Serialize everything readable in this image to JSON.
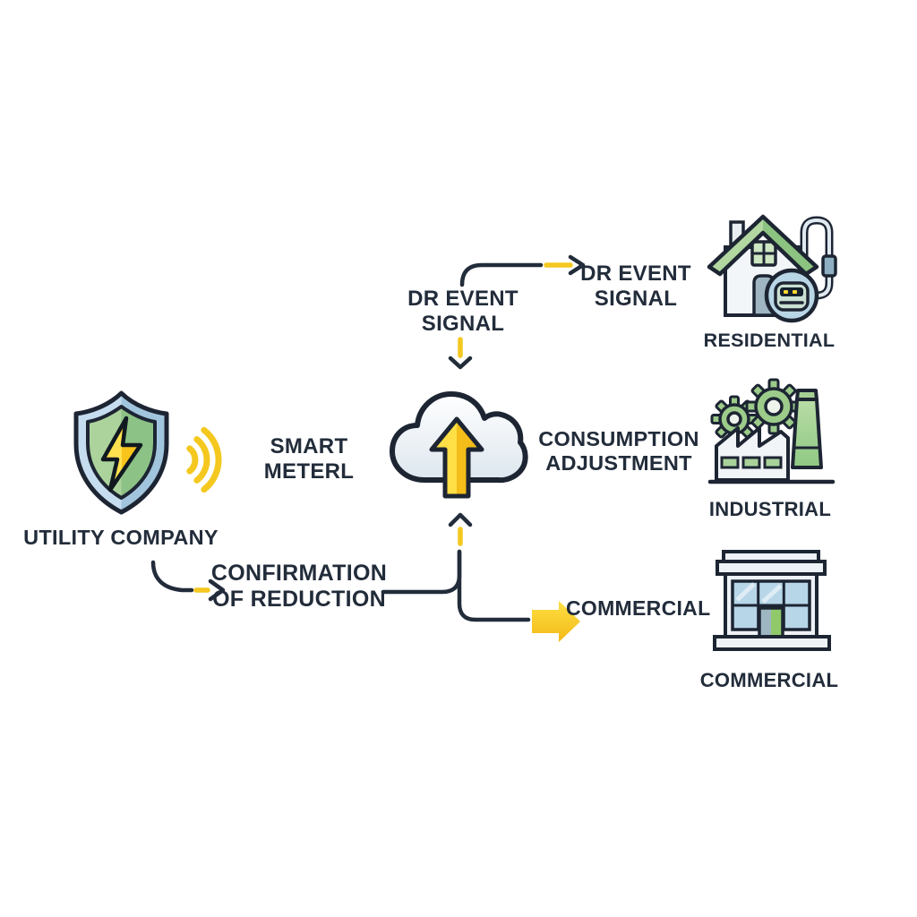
{
  "diagram_title": "demand-response-flow",
  "colors": {
    "ink": "#222c3a",
    "outline": "#1d2533",
    "accent_yellow": "#f4c81f",
    "arrow_yellow": "#f6c70f",
    "green": "#9ccb8a",
    "blue": "#b9d6e6",
    "cloud_fill": "#f2f6fa",
    "background": "#ffffff"
  },
  "nodes": {
    "utility": {
      "label": "UTILITY COMPANY",
      "icon": "shield-lightning-icon"
    },
    "smart_meter": {
      "label": "SMART METERL"
    },
    "cloud": {
      "icon": "cloud-upload-icon"
    },
    "dr_event_center": {
      "line1": "DR EVENT",
      "line2": "SIGNAL"
    },
    "dr_event_residential": {
      "line1": "DR EVENT",
      "line2": "SIGNAL"
    },
    "consumption_adjustment": {
      "line1": "CONSUMPTION",
      "line2": "ADJUSTMENT"
    },
    "confirmation_of_reduction": {
      "line1": "CONFIRMATION",
      "line2": "OF REDUCTION"
    },
    "commercial_flow": {
      "label": "COMMERCIAL"
    },
    "residential": {
      "label": "RESIDENTIAL",
      "icon": "house-smart-meter-icon"
    },
    "industrial": {
      "label": "INDUSTRIAL",
      "icon": "factory-gears-icon"
    },
    "commercial": {
      "label": "COMMERCIAL",
      "icon": "storefront-icon"
    }
  }
}
